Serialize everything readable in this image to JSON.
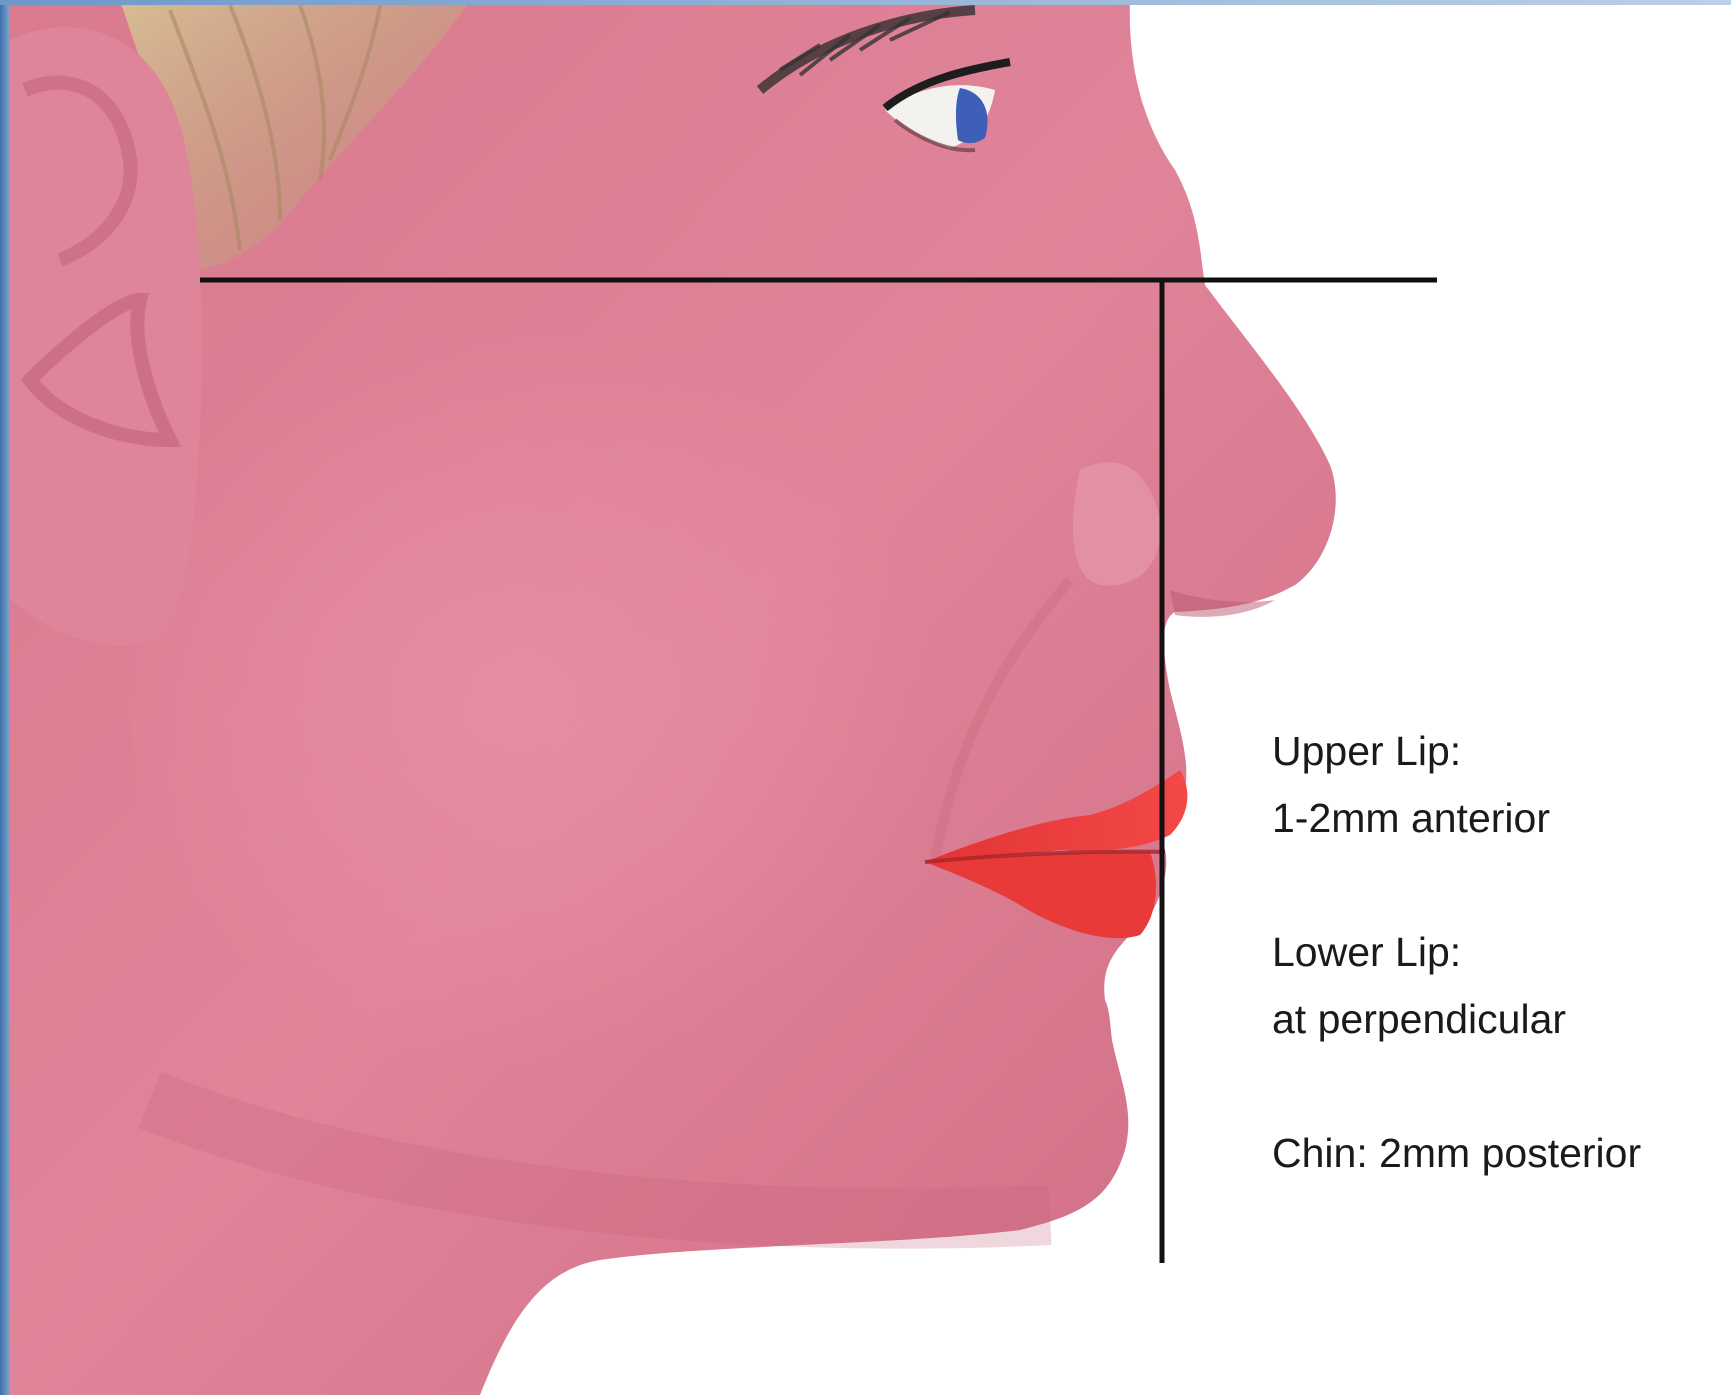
{
  "annotations": {
    "upper_lip_label": "Upper Lip:",
    "upper_lip_value": "1-2mm anterior",
    "lower_lip_label": "Lower Lip:",
    "lower_lip_value": "at perpendicular",
    "chin": "Chin: 2mm posterior"
  },
  "colors": {
    "skin": "#de7f93",
    "skin_shadow": "#cf6d84",
    "lips": "#ef3b3b",
    "hair": "#c9ab85",
    "reference_lines": "#111111",
    "background": "#ffffff"
  }
}
